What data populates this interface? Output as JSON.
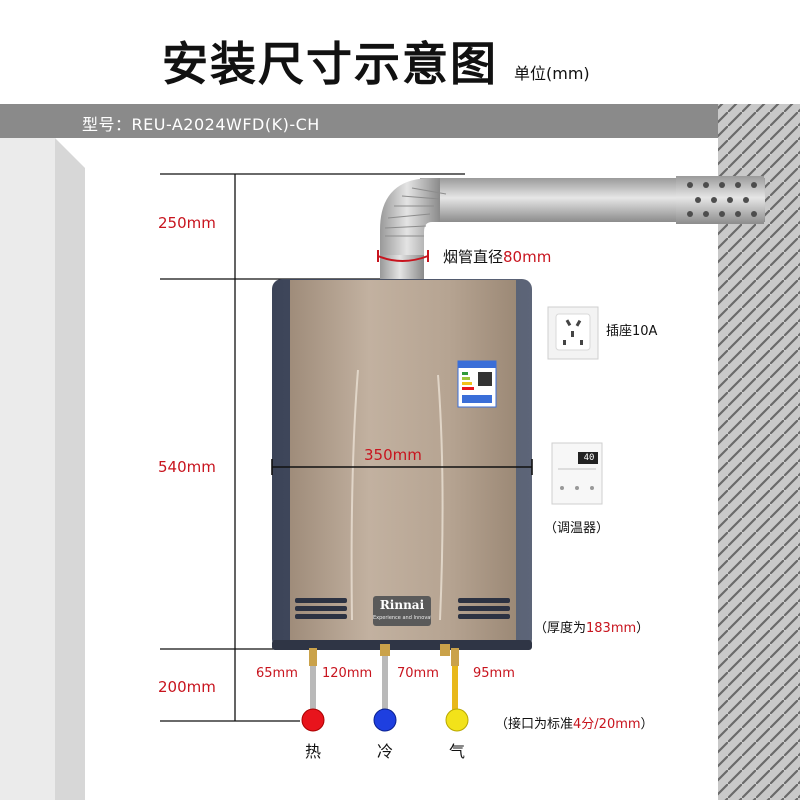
{
  "title": "安装尺寸示意图",
  "unit": "单位(mm)",
  "model": "型号：REU-A2024WFD(K)-CH",
  "dims": {
    "top": "250mm",
    "middle": "540mm",
    "bottom": "200mm",
    "width": "350mm"
  },
  "flue": {
    "label": "烟管直径",
    "value": "80mm"
  },
  "socket": {
    "label": "插座10A"
  },
  "controller": {
    "label": "（调温器）",
    "display": "40"
  },
  "thickness": {
    "prefix": "（厚度为",
    "value": "183mm",
    "suffix": "）"
  },
  "spacings": [
    "65mm",
    "120mm",
    "70mm",
    "95mm"
  ],
  "connector": {
    "prefix": "（接口为标准",
    "value": "4分/20mm",
    "suffix": "）"
  },
  "pipes": [
    {
      "label": "热",
      "color": "#e8141c"
    },
    {
      "label": "冷",
      "color": "#1e3fe0"
    },
    {
      "label": "气",
      "color": "#f2e21a"
    }
  ],
  "brand": {
    "name": "Rinnai",
    "tagline": "Experience and Innovation"
  }
}
